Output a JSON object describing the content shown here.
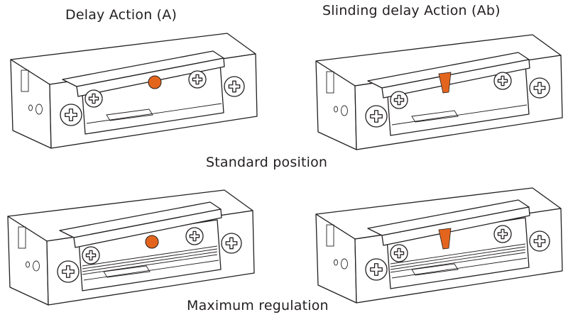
{
  "diagram": {
    "subject": "electric strike lock regulation comparison",
    "columns": [
      {
        "id": "a",
        "title": "Delay Action (A)",
        "indicator": "round-pin"
      },
      {
        "id": "ab",
        "title": "Slinding delay Action (Ab)",
        "indicator": "sliding-wedge"
      }
    ],
    "rows": [
      {
        "id": "standard",
        "label": "Standard position"
      },
      {
        "id": "maximum",
        "label": "Maximum regulation"
      }
    ],
    "colors": {
      "line": "#231f20",
      "accent": "#e3651d",
      "background": "#ffffff"
    }
  }
}
